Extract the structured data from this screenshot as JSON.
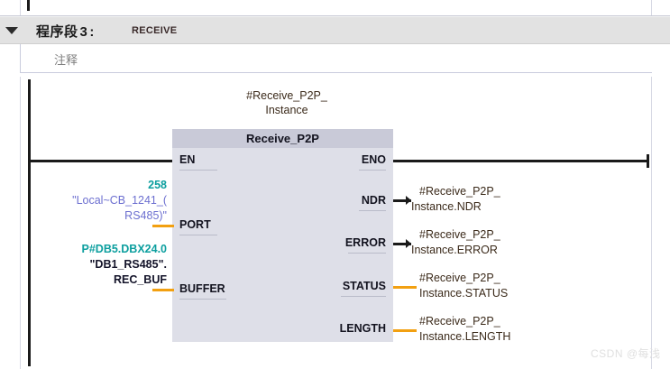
{
  "network": {
    "collapse_icon": "triangle-down-icon",
    "title": "程序段",
    "number": "3",
    "colon": ":",
    "name": "RECEIVE",
    "comment_placeholder": "注释"
  },
  "block": {
    "instance_label_line1": "#Receive_P2P_",
    "instance_label_line2": "Instance",
    "title": "Receive_P2P",
    "inputs": [
      {
        "pin": "EN",
        "operand_lines": [],
        "wire_color": ""
      },
      {
        "pin": "PORT",
        "operand_lines": [
          "258",
          "\"Local~CB_1241_(",
          "RS485)\""
        ],
        "wire_color": "#f2a011"
      },
      {
        "pin": "BUFFER",
        "operand_lines": [
          "P#DB5.DBX24.0",
          "\"DB1_RS485\".",
          "REC_BUF"
        ],
        "wire_color": "#f2a011"
      }
    ],
    "outputs": [
      {
        "pin": "ENO",
        "operand_lines": [],
        "wire_color": "#1a1a1a"
      },
      {
        "pin": "NDR",
        "operand_lines": [
          "#Receive_P2P_",
          "Instance.NDR"
        ],
        "wire_color": "#1a1a1a"
      },
      {
        "pin": "ERROR",
        "operand_lines": [
          "#Receive_P2P_",
          "Instance.ERROR"
        ],
        "wire_color": "#1a1a1a"
      },
      {
        "pin": "STATUS",
        "operand_lines": [
          "#Receive_P2P_",
          "Instance.STATUS"
        ],
        "wire_color": "#f2a011"
      },
      {
        "pin": "LENGTH",
        "operand_lines": [
          "#Receive_P2P_",
          "Instance.LENGTH"
        ],
        "wire_color": "#f2a011"
      }
    ]
  },
  "operands": {
    "port_value": "258",
    "port_name_l1": "\"Local~CB_1241_(",
    "port_name_l2": "RS485)\"",
    "buffer_value": "P#DB5.DBX24.0",
    "buffer_name_l1": "\"DB1_RS485\".",
    "buffer_name_l2": "REC_BUF",
    "ndr_l1": "#Receive_P2P_",
    "ndr_l2": "Instance.NDR",
    "error_l1": "#Receive_P2P_",
    "error_l2": "Instance.ERROR",
    "status_l1": "#Receive_P2P_",
    "status_l2": "Instance.STATUS",
    "length_l1": "#Receive_P2P_",
    "length_l2": "Instance.LENGTH"
  },
  "pins": {
    "en": "EN",
    "eno": "ENO",
    "port": "PORT",
    "buffer": "BUFFER",
    "ndr": "NDR",
    "error": "ERROR",
    "status": "STATUS",
    "length": "LENGTH"
  },
  "colors": {
    "wire_orange": "#f2a011",
    "wire_black": "#1a1a1a",
    "block_body": "#dedfe8",
    "block_header": "#c9cad8",
    "value_teal": "#0d9f9f",
    "symbol_blue": "#6c6fd0",
    "operand_brown": "#3b2a1a",
    "network_bar": "#e2e2e2"
  },
  "watermark": {
    "text": "CSDN @每浅"
  }
}
